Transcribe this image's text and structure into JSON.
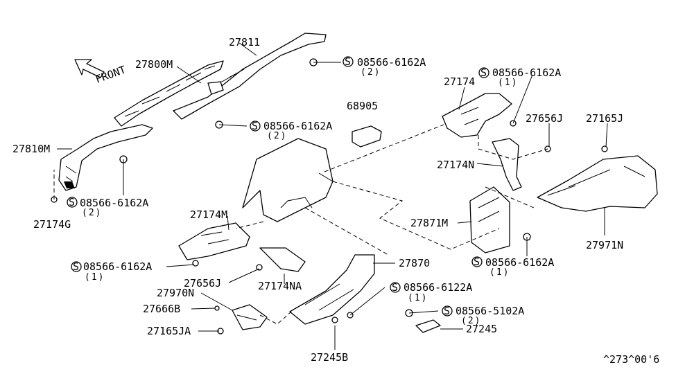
{
  "direction_label": "FRONT",
  "catalog_code": "^273^00'6",
  "labels": {
    "p27811": "27811",
    "p27800M": "27800M",
    "s1_code": "08566-6162A",
    "s1_qty": "(2)",
    "s2_code": "08566-6162A",
    "s2_qty": "(2)",
    "p27810M": "27810M",
    "s3_code": "08566-6162A",
    "s3_qty": "(2)",
    "p27174G": "27174G",
    "p68905": "68905",
    "p27174": "27174",
    "s4_code": "08566-6162A",
    "s4_qty": "(1)",
    "p27656J_right": "27656J",
    "p27165J": "27165J",
    "p27174N": "27174N",
    "p27871M": "27871M",
    "p27971N": "27971N",
    "s5_code": "08566-6162A",
    "s5_qty": "(1)",
    "p27174M": "27174M",
    "s6_code": "08566-6162A",
    "s6_qty": "(1)",
    "p27656J_left": "27656J",
    "p27174NA": "27174NA",
    "p27870": "27870",
    "p27970N": "27970N",
    "p27666B": "27666B",
    "p27165JA": "27165JA",
    "s7_code": "08566-6122A",
    "s7_qty": "(1)",
    "s8_code": "08566-5102A",
    "s8_qty": "(2)",
    "p27245": "27245",
    "p27245B": "27245B"
  },
  "symbols": {
    "standard_part": "S"
  }
}
